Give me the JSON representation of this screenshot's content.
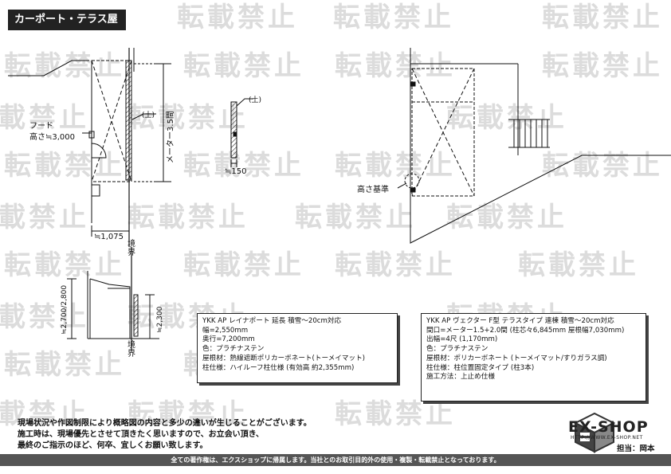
{
  "header": {
    "title": "カーポート・テラス屋根"
  },
  "watermark": {
    "text": "転載禁止"
  },
  "drawing": {
    "hood_label": "フード",
    "hood_height": "高さ≒3,000",
    "meter_label": "メーター3.5間",
    "ground_label_1": "(土)",
    "ground_label_2": "(土)",
    "offset_150": "≒150",
    "offset_1075": "≒1,075",
    "boundary_1": "境界",
    "boundary_2": "境界",
    "height_2700_2800": "≒2,700/2,800",
    "height_2300": "≒2,300",
    "height_reference": "高さ基準"
  },
  "spec_carport": {
    "lines": [
      "YKK AP レイナポート 延長 積雪～20cm対応",
      "幅=2,550mm",
      "奥行=7,200mm",
      "色：プラチナステン",
      "屋根材：熱線遮断ポリカーボネート(トーメイマット)",
      "柱仕様：ハイルーフ柱仕様 (有効高 約2,355mm)"
    ]
  },
  "spec_terrace": {
    "lines": [
      "YKK AP ヴェクター F型 テラスタイプ 連棟 積雪～20cm対応",
      "間口=メーター1.5+2.0間 (柱芯々6,845mm 屋根幅7,030mm)",
      "出幅=4尺 (1,170mm)",
      "色：プラチナステン",
      "屋根材：ポリカーボネート (トーメイマット/すりガラス調)",
      "柱仕様：柱位置固定タイプ (柱3本)",
      "施工方法：上止め仕様"
    ]
  },
  "notes": {
    "lines": [
      "現場状況や作図制限により概略図の内容と多少の違いが生じることがございます。",
      "施工時は、現場優先とさせて頂きたく思いますので、お立会い頂き、",
      "最終のご指示のほど、何卒、宜しくお願い致します。"
    ]
  },
  "logo": {
    "name": "EX-SHOP",
    "url": "HTTP://WWW.EX-SHOP.NET"
  },
  "staff": {
    "label": "担当：岡本"
  },
  "footer": {
    "text": "全ての著作権は、エクスショップに帰属します。当社とのお取引目的外の使用・複製・転載禁止となっております。"
  },
  "colors": {
    "ink": "#111111",
    "watermark": "#dcdcdc",
    "footer_bg": "#555555",
    "tab_bg": "#222222"
  }
}
